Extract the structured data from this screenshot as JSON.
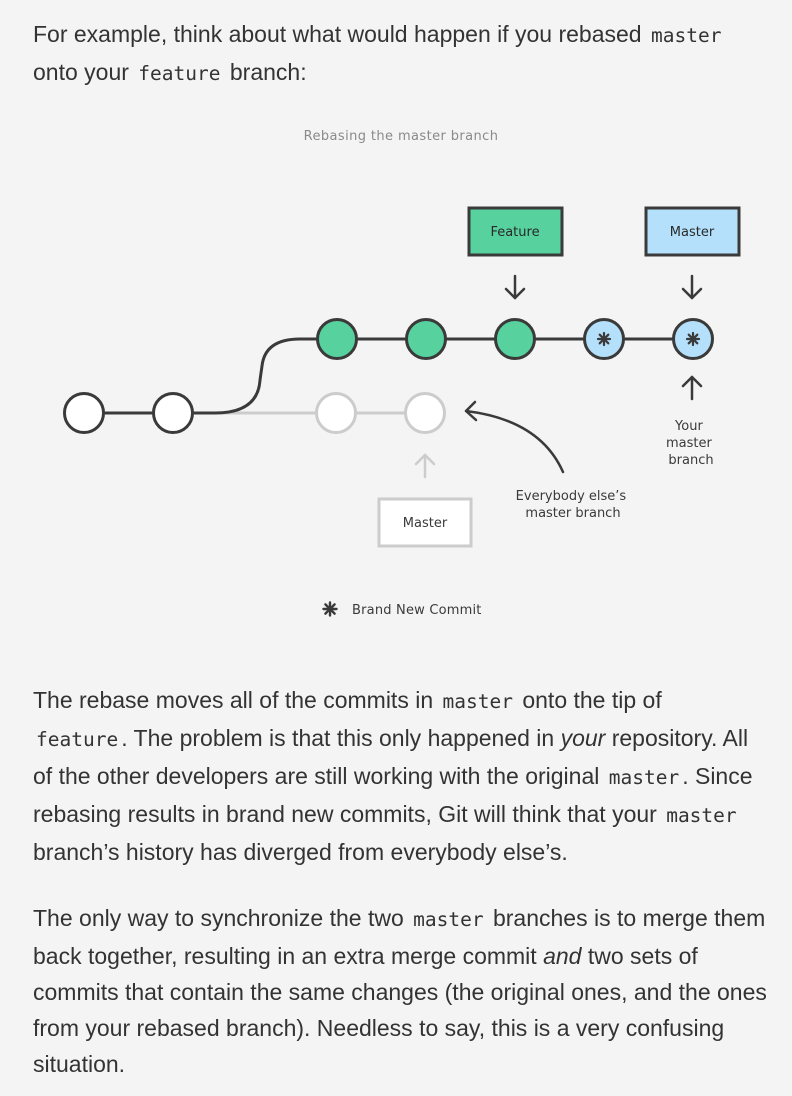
{
  "intro": {
    "t1": "For example, think about what would happen if you rebased",
    "c1": "master",
    "t2": "onto your",
    "c2": "feature",
    "t3": "branch:"
  },
  "diagram": {
    "caption": "Rebasing the master branch",
    "feature_label": "Feature",
    "master_label": "Master",
    "old_master_label": "Master",
    "your_master_lines": [
      "Your",
      "master",
      "branch"
    ],
    "everybody_lines": [
      "Everybody else’s",
      "master branch"
    ],
    "legend_label": "Brand New Commit",
    "colors": {
      "feature_green": "#57d19e",
      "master_blue": "#b4e0fb",
      "stroke_dark": "#3a3a3a",
      "ghost": "#cccccc",
      "caption_gray": "#8a8a8a"
    },
    "icons": [
      "down-arrow-icon",
      "up-arrow-icon",
      "curved-arrow-icon",
      "asterisk-icon"
    ]
  },
  "para2": {
    "t1": "The rebase moves all of the commits in",
    "c1": "master",
    "t2": "onto the tip of",
    "c2": "feature",
    "t3": ". The problem is that this only happened in",
    "em1": "your",
    "t4": "repository. All of the other developers are still working with the original",
    "c3": "master",
    "t5": ". Since rebasing results in brand new commits, Git will think that your",
    "c4": "master",
    "t6": "branch’s history has diverged from everybody else’s."
  },
  "para3": {
    "t1": "The only way to synchronize the two",
    "c1": "master",
    "t2": "branches is to merge them back together, resulting in an extra merge commit",
    "em1": "and",
    "t3": "two sets of commits that contain the same changes (the original ones, and the ones from your rebased branch). Needless to say, this is a very confusing situation."
  }
}
